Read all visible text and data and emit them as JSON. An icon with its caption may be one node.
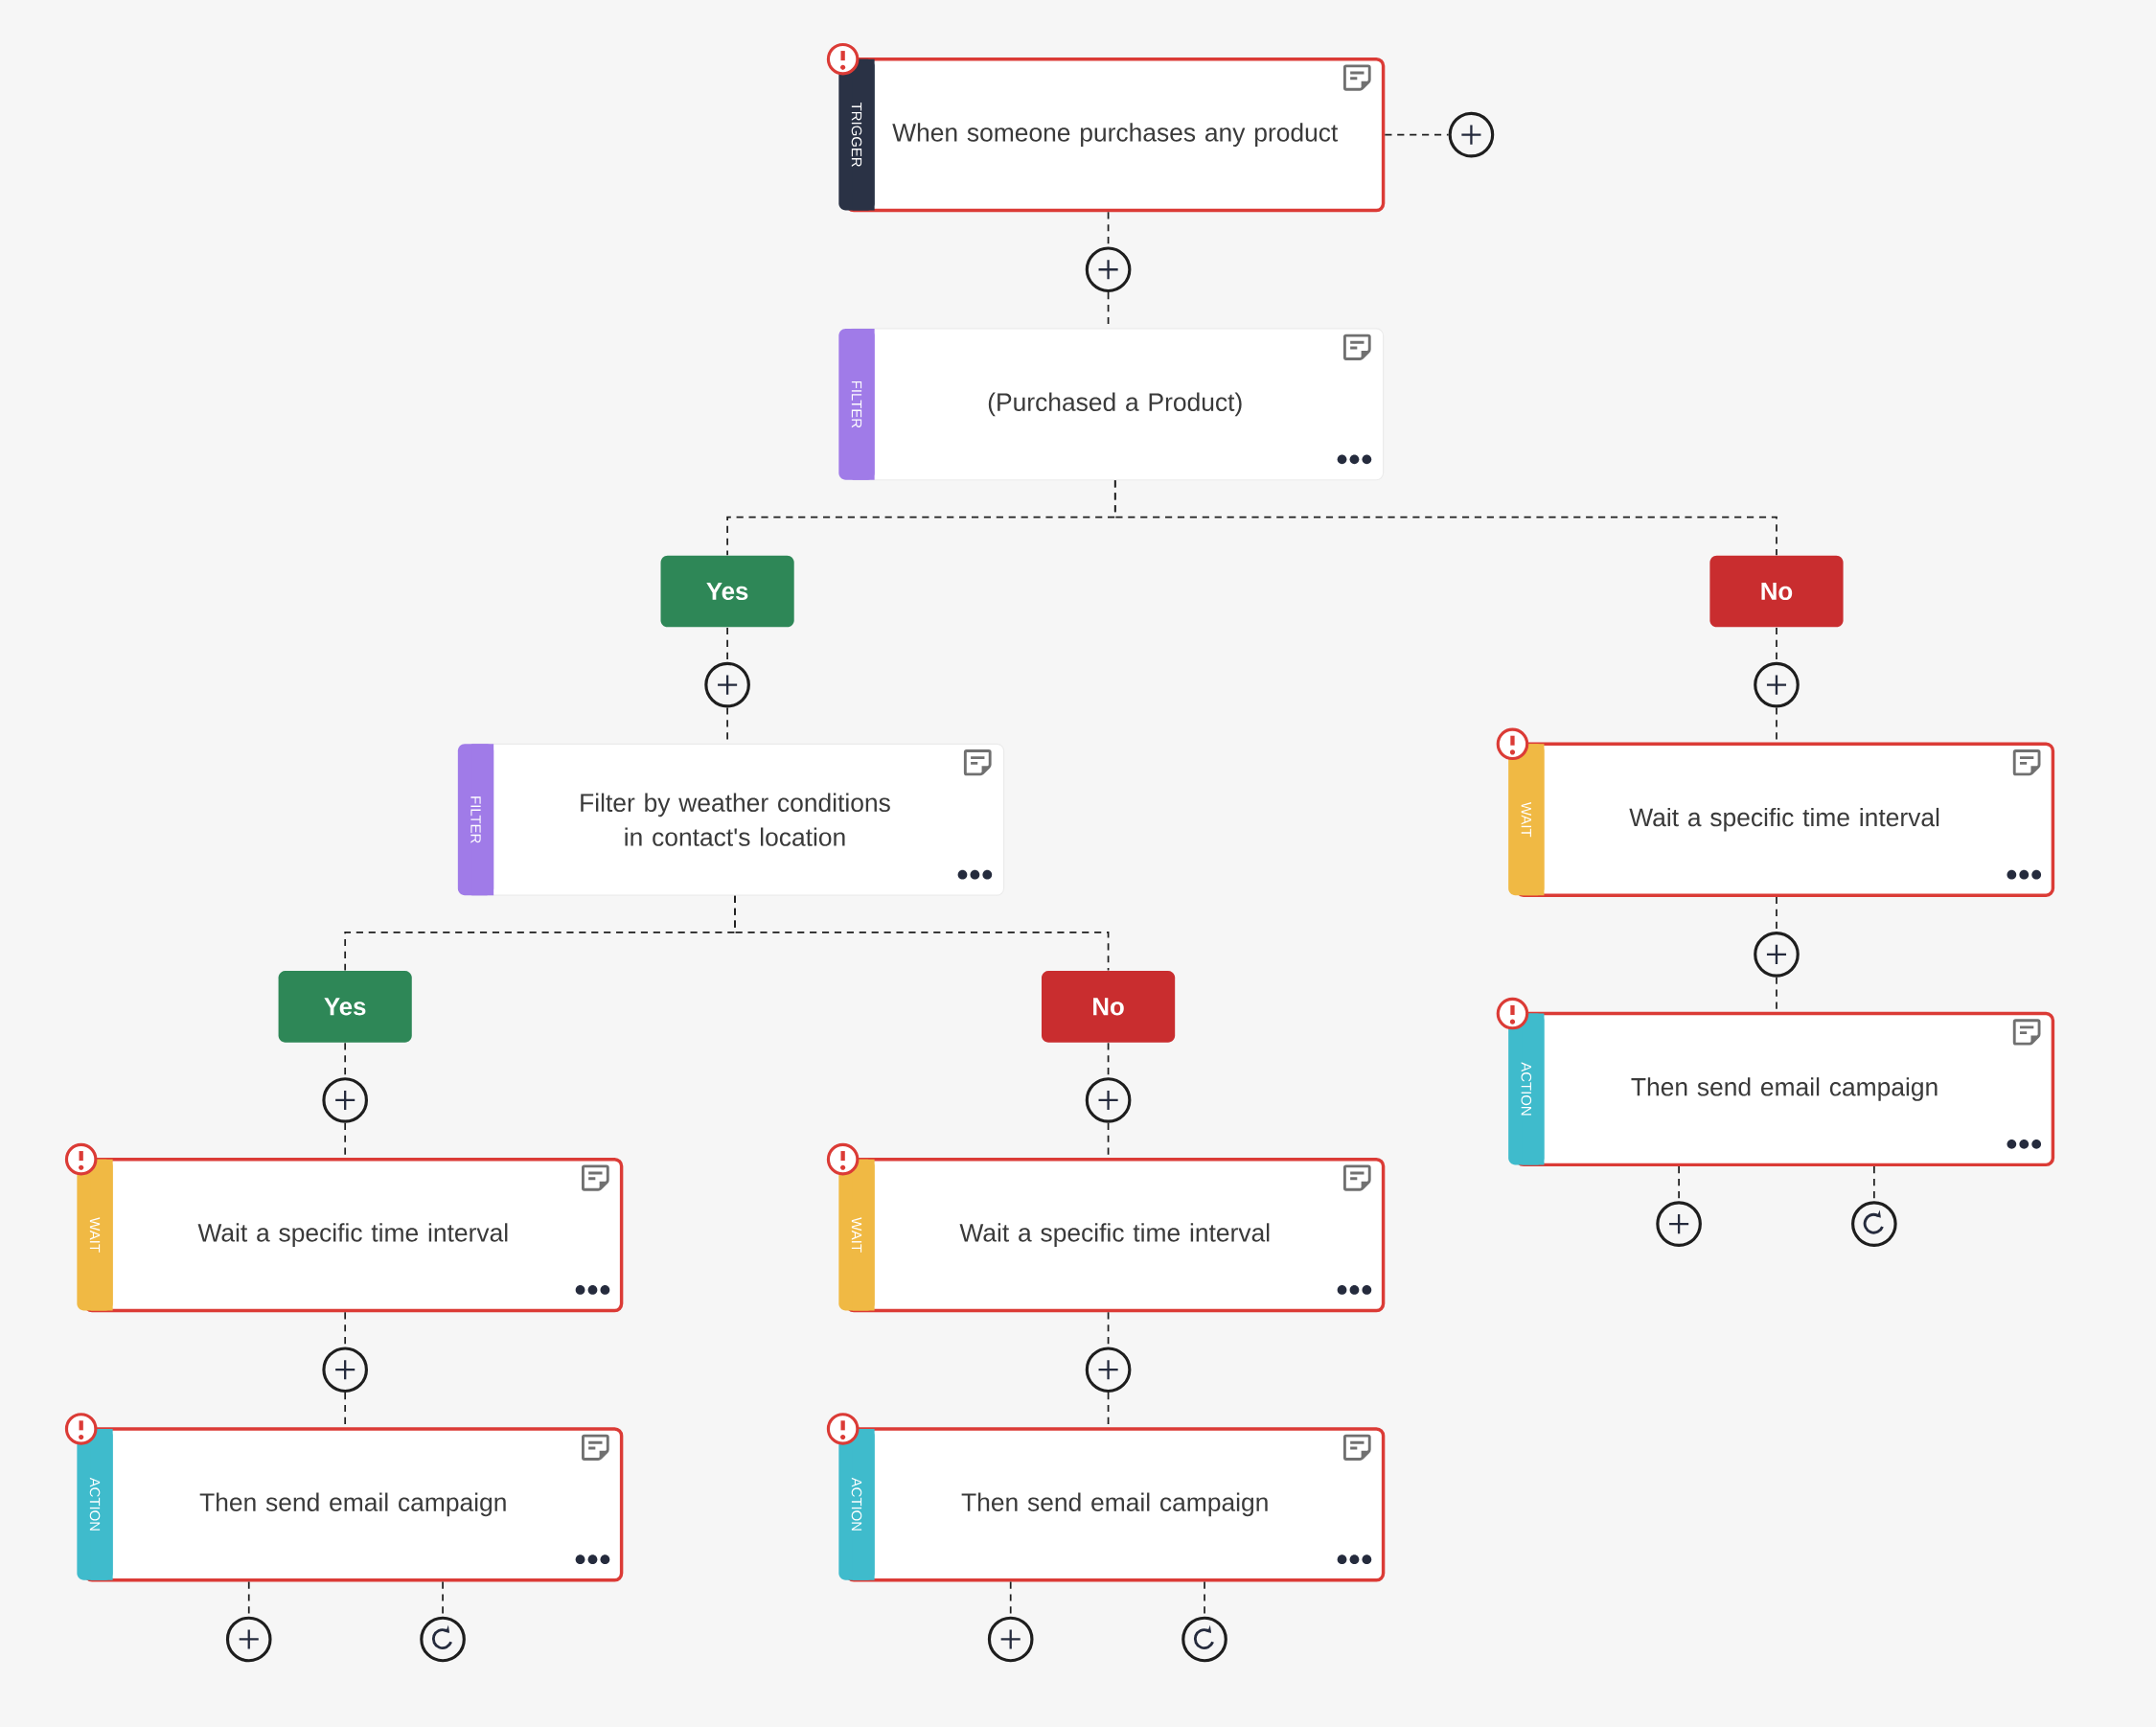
{
  "diagram": {
    "nodes": [
      {
        "text": [
          "TRIGGER",
          "When someone purchases any product"
        ]
      },
      {
        "text": [],
        "shape": "circle"
      },
      {
        "text": [],
        "shape": "circle"
      },
      {
        "text": [
          "FILTER",
          "(Purchased a Product)"
        ]
      },
      {
        "text": [
          "Yes"
        ]
      },
      {
        "text": [
          "No"
        ]
      },
      {
        "text": [],
        "shape": "circle"
      },
      {
        "text": [
          "FILTER",
          "Filter by weather conditions in contact's location"
        ]
      },
      {
        "text": [],
        "shape": "circle"
      },
      {
        "text": [
          "WAIT",
          "Wait a specific time interval"
        ]
      },
      {
        "text": [],
        "shape": "circle"
      },
      {
        "text": [
          "ACTION",
          "Then send email campaign"
        ]
      },
      {
        "text": [],
        "shape": "circle"
      },
      {
        "text": [],
        "shape": "circle"
      },
      {
        "text": [
          "Yes"
        ]
      },
      {
        "text": [
          "No"
        ]
      },
      {
        "text": [],
        "shape": "circle"
      },
      {
        "text": [],
        "shape": "circle"
      },
      {
        "text": [
          "WAIT",
          "Wait a specific time interval"
        ]
      },
      {
        "text": [
          "WAIT",
          "Wait a specific time interval"
        ]
      },
      {
        "text": [],
        "shape": "circle"
      },
      {
        "text": [],
        "shape": "circle"
      },
      {
        "text": [
          "ACTION",
          "Then send email campaign"
        ]
      },
      {
        "text": [
          "ACTION",
          "Then send email campaign"
        ]
      },
      {
        "text": [],
        "shape": "circle"
      },
      {
        "text": [],
        "shape": "circle"
      },
      {
        "text": [],
        "shape": "circle"
      },
      {
        "text": [],
        "shape": "circle"
      }
    ],
    "edges": [
      {
        "from": 0,
        "to": 1,
        "arrow": "none"
      },
      {
        "from": 0,
        "to": 2,
        "arrow": "none"
      },
      {
        "from": 2,
        "to": 3,
        "arrow": "none"
      },
      {
        "from": 3,
        "to": 4,
        "arrow": "none"
      },
      {
        "from": 3,
        "to": 5,
        "arrow": "none"
      },
      {
        "from": 4,
        "to": 6,
        "arrow": "none"
      },
      {
        "from": 6,
        "to": 7,
        "arrow": "none"
      },
      {
        "from": 5,
        "to": 8,
        "arrow": "none"
      },
      {
        "from": 8,
        "to": 9,
        "arrow": "none"
      },
      {
        "from": 9,
        "to": 10,
        "arrow": "none"
      },
      {
        "from": 10,
        "to": 11,
        "arrow": "none"
      },
      {
        "from": 11,
        "to": 12,
        "arrow": "none"
      },
      {
        "from": 11,
        "to": 13,
        "arrow": "none"
      },
      {
        "from": 7,
        "to": 14,
        "arrow": "none"
      },
      {
        "from": 7,
        "to": 15,
        "arrow": "none"
      },
      {
        "from": 14,
        "to": 16,
        "arrow": "none"
      },
      {
        "from": 16,
        "to": 18,
        "arrow": "none"
      },
      {
        "from": 18,
        "to": 20,
        "arrow": "none"
      },
      {
        "from": 20,
        "to": 22,
        "arrow": "none"
      },
      {
        "from": 22,
        "to": 24,
        "arrow": "none"
      },
      {
        "from": 22,
        "to": 25,
        "arrow": "none"
      },
      {
        "from": 15,
        "to": 17,
        "arrow": "none"
      },
      {
        "from": 17,
        "to": 19,
        "arrow": "none"
      },
      {
        "from": 19,
        "to": 21,
        "arrow": "none"
      },
      {
        "from": 21,
        "to": 23,
        "arrow": "none"
      },
      {
        "from": 23,
        "to": 26,
        "arrow": "none"
      },
      {
        "from": 23,
        "to": 27,
        "arrow": "none"
      }
    ]
  }
}
